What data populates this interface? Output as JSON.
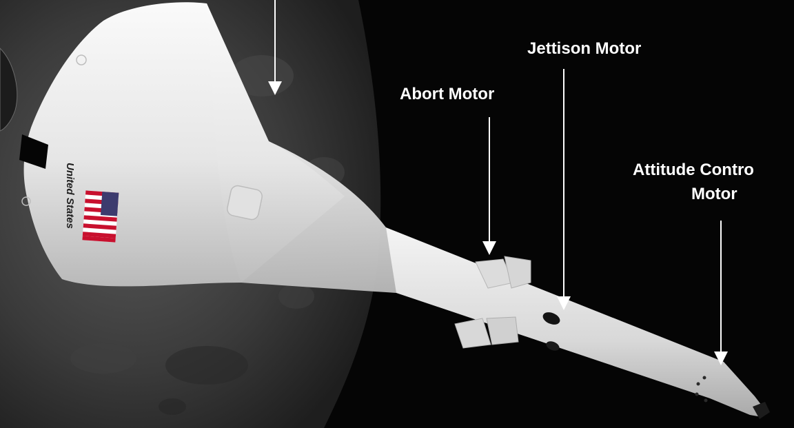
{
  "labels": {
    "jettison_motor": "Jettison Motor",
    "abort_motor": "Abort Motor",
    "attitude_control_line1": "Attitude Contro",
    "attitude_control_line2": "Motor"
  },
  "craft": {
    "flag_text": "United States"
  },
  "colors": {
    "background": "#050505",
    "moon": "#2e2e2e",
    "hull": "#e9e9e9",
    "label_text": "#ffffff"
  }
}
